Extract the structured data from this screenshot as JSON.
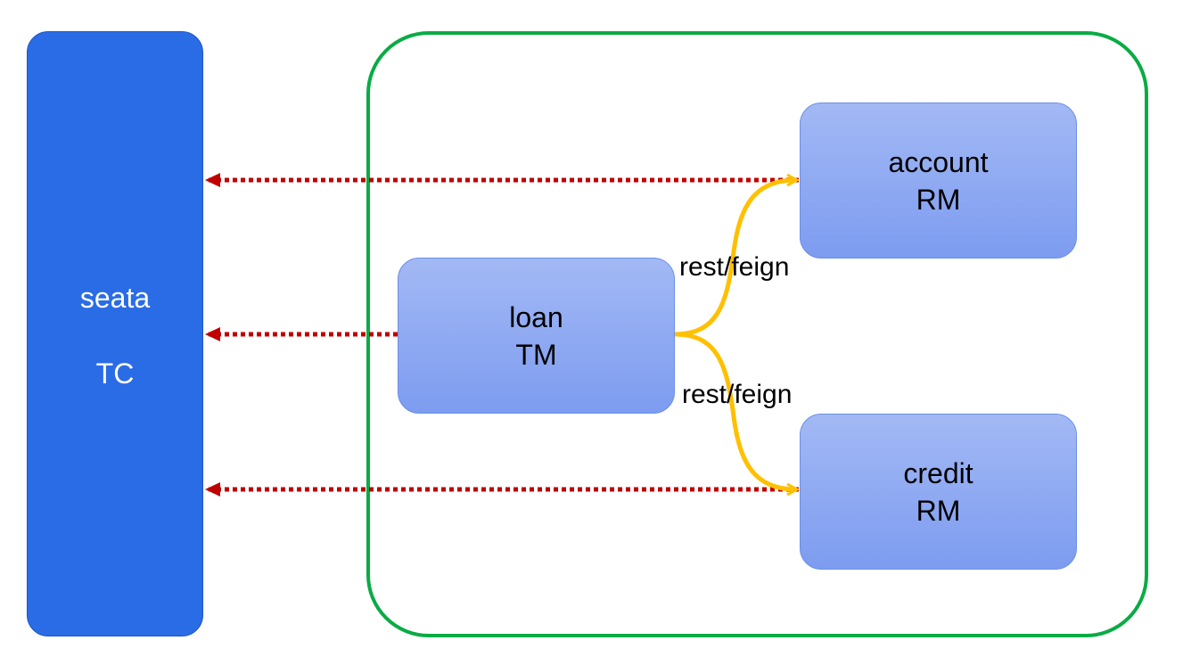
{
  "tc": {
    "name": "seata",
    "role": "TC"
  },
  "services": {
    "loan": {
      "name": "loan",
      "role": "TM"
    },
    "account": {
      "name": "account",
      "role": "RM"
    },
    "credit": {
      "name": "credit",
      "role": "RM"
    }
  },
  "calls": {
    "to_account_label": "rest/feign",
    "to_credit_label": "rest/feign"
  },
  "colors": {
    "tc_fill": "#2a6ce6",
    "group_border": "#0aab45",
    "service_fill_top": "#a3b9f5",
    "service_fill_bottom": "#7d9cf0",
    "register_arrow": "#c00000",
    "call_arrow": "#ffc000"
  }
}
